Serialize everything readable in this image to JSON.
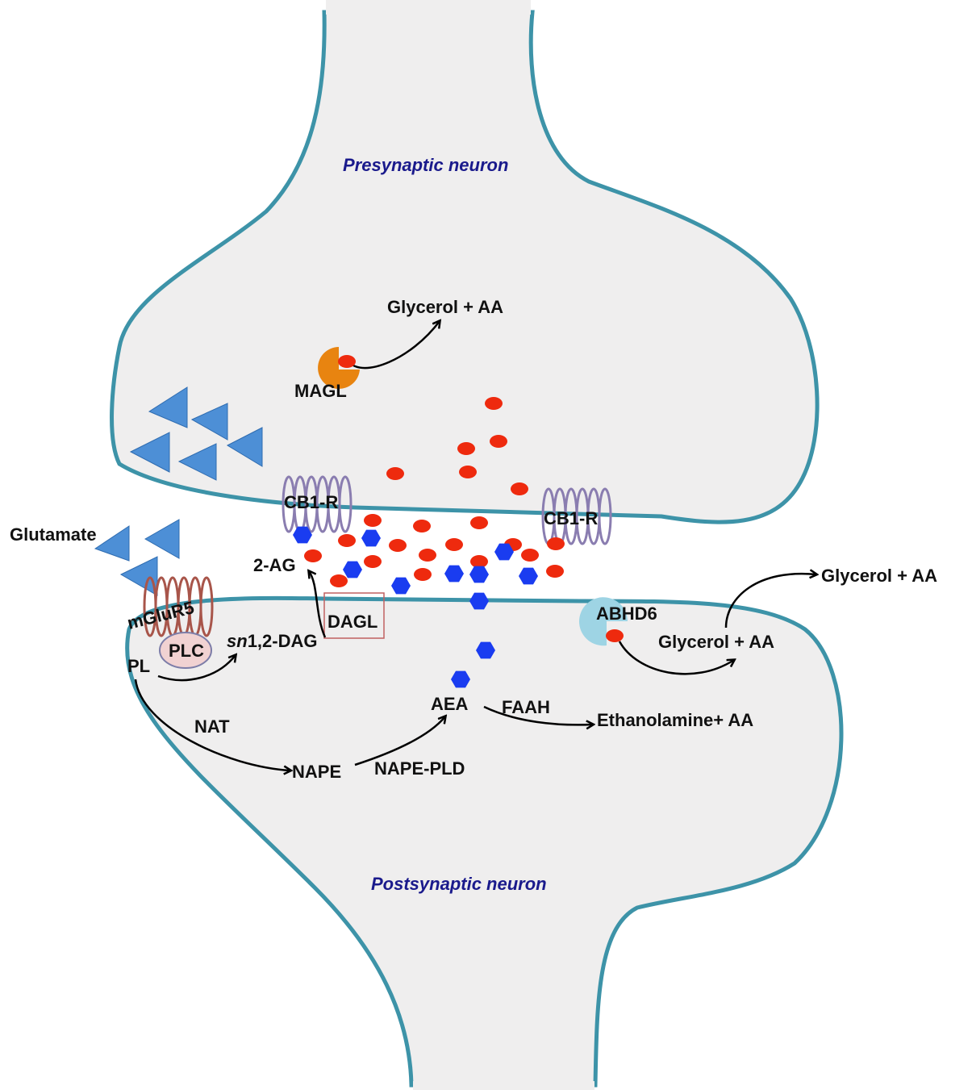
{
  "labels": {
    "presynaptic": "Presynaptic neuron",
    "postsynaptic": "Postsynaptic neuron",
    "glutamate": "Glutamate",
    "cb1_left": "CB1-R",
    "cb1_right": "CB1-R",
    "mglur5": "mGluR5",
    "plc": "PLC",
    "pl": "PL",
    "sn_prefix": "sn",
    "sn_dag": "1,2-DAG",
    "dagl": "DAGL",
    "two_ag": "2-AG",
    "magl": "MAGL",
    "glycerol_aa_pre": "Glycerol + AA",
    "abhd6": "ABHD6",
    "glycerol_aa_post": "Glycerol + AA",
    "glycerol_aa_right": "Glycerol + AA",
    "nat": "NAT",
    "nape": "NAPE",
    "nape_pld": "NAPE-PLD",
    "aea": "AEA",
    "faah": "FAAH",
    "ethanolamine_aa": "Ethanolamine+ AA"
  },
  "colors": {
    "membrane": "#3d93a8",
    "cell_fill": "#efeeee",
    "title_text": "#1a1a8c",
    "two_ag_dot": "#ee2a0e",
    "aea_hexagon": "#1a3cf0",
    "glutamate_triangle": "#4d8fd6",
    "magl": "#e88410",
    "abhd6": "#9ed4e4",
    "cb1_receptor": "#8a7db0",
    "mglur5_receptor": "#a8554a",
    "dagl_box": "#c06060"
  },
  "icons": {
    "two_ag": "red-oval-dot",
    "aea": "blue-hexagon",
    "glutamate": "blue-triangle",
    "magl": "orange-pacman-enzyme",
    "abhd6": "light-blue-pacman-enzyme",
    "cb1_receptor": "seven-helix-receptor",
    "mglur5_receptor": "seven-helix-receptor"
  }
}
